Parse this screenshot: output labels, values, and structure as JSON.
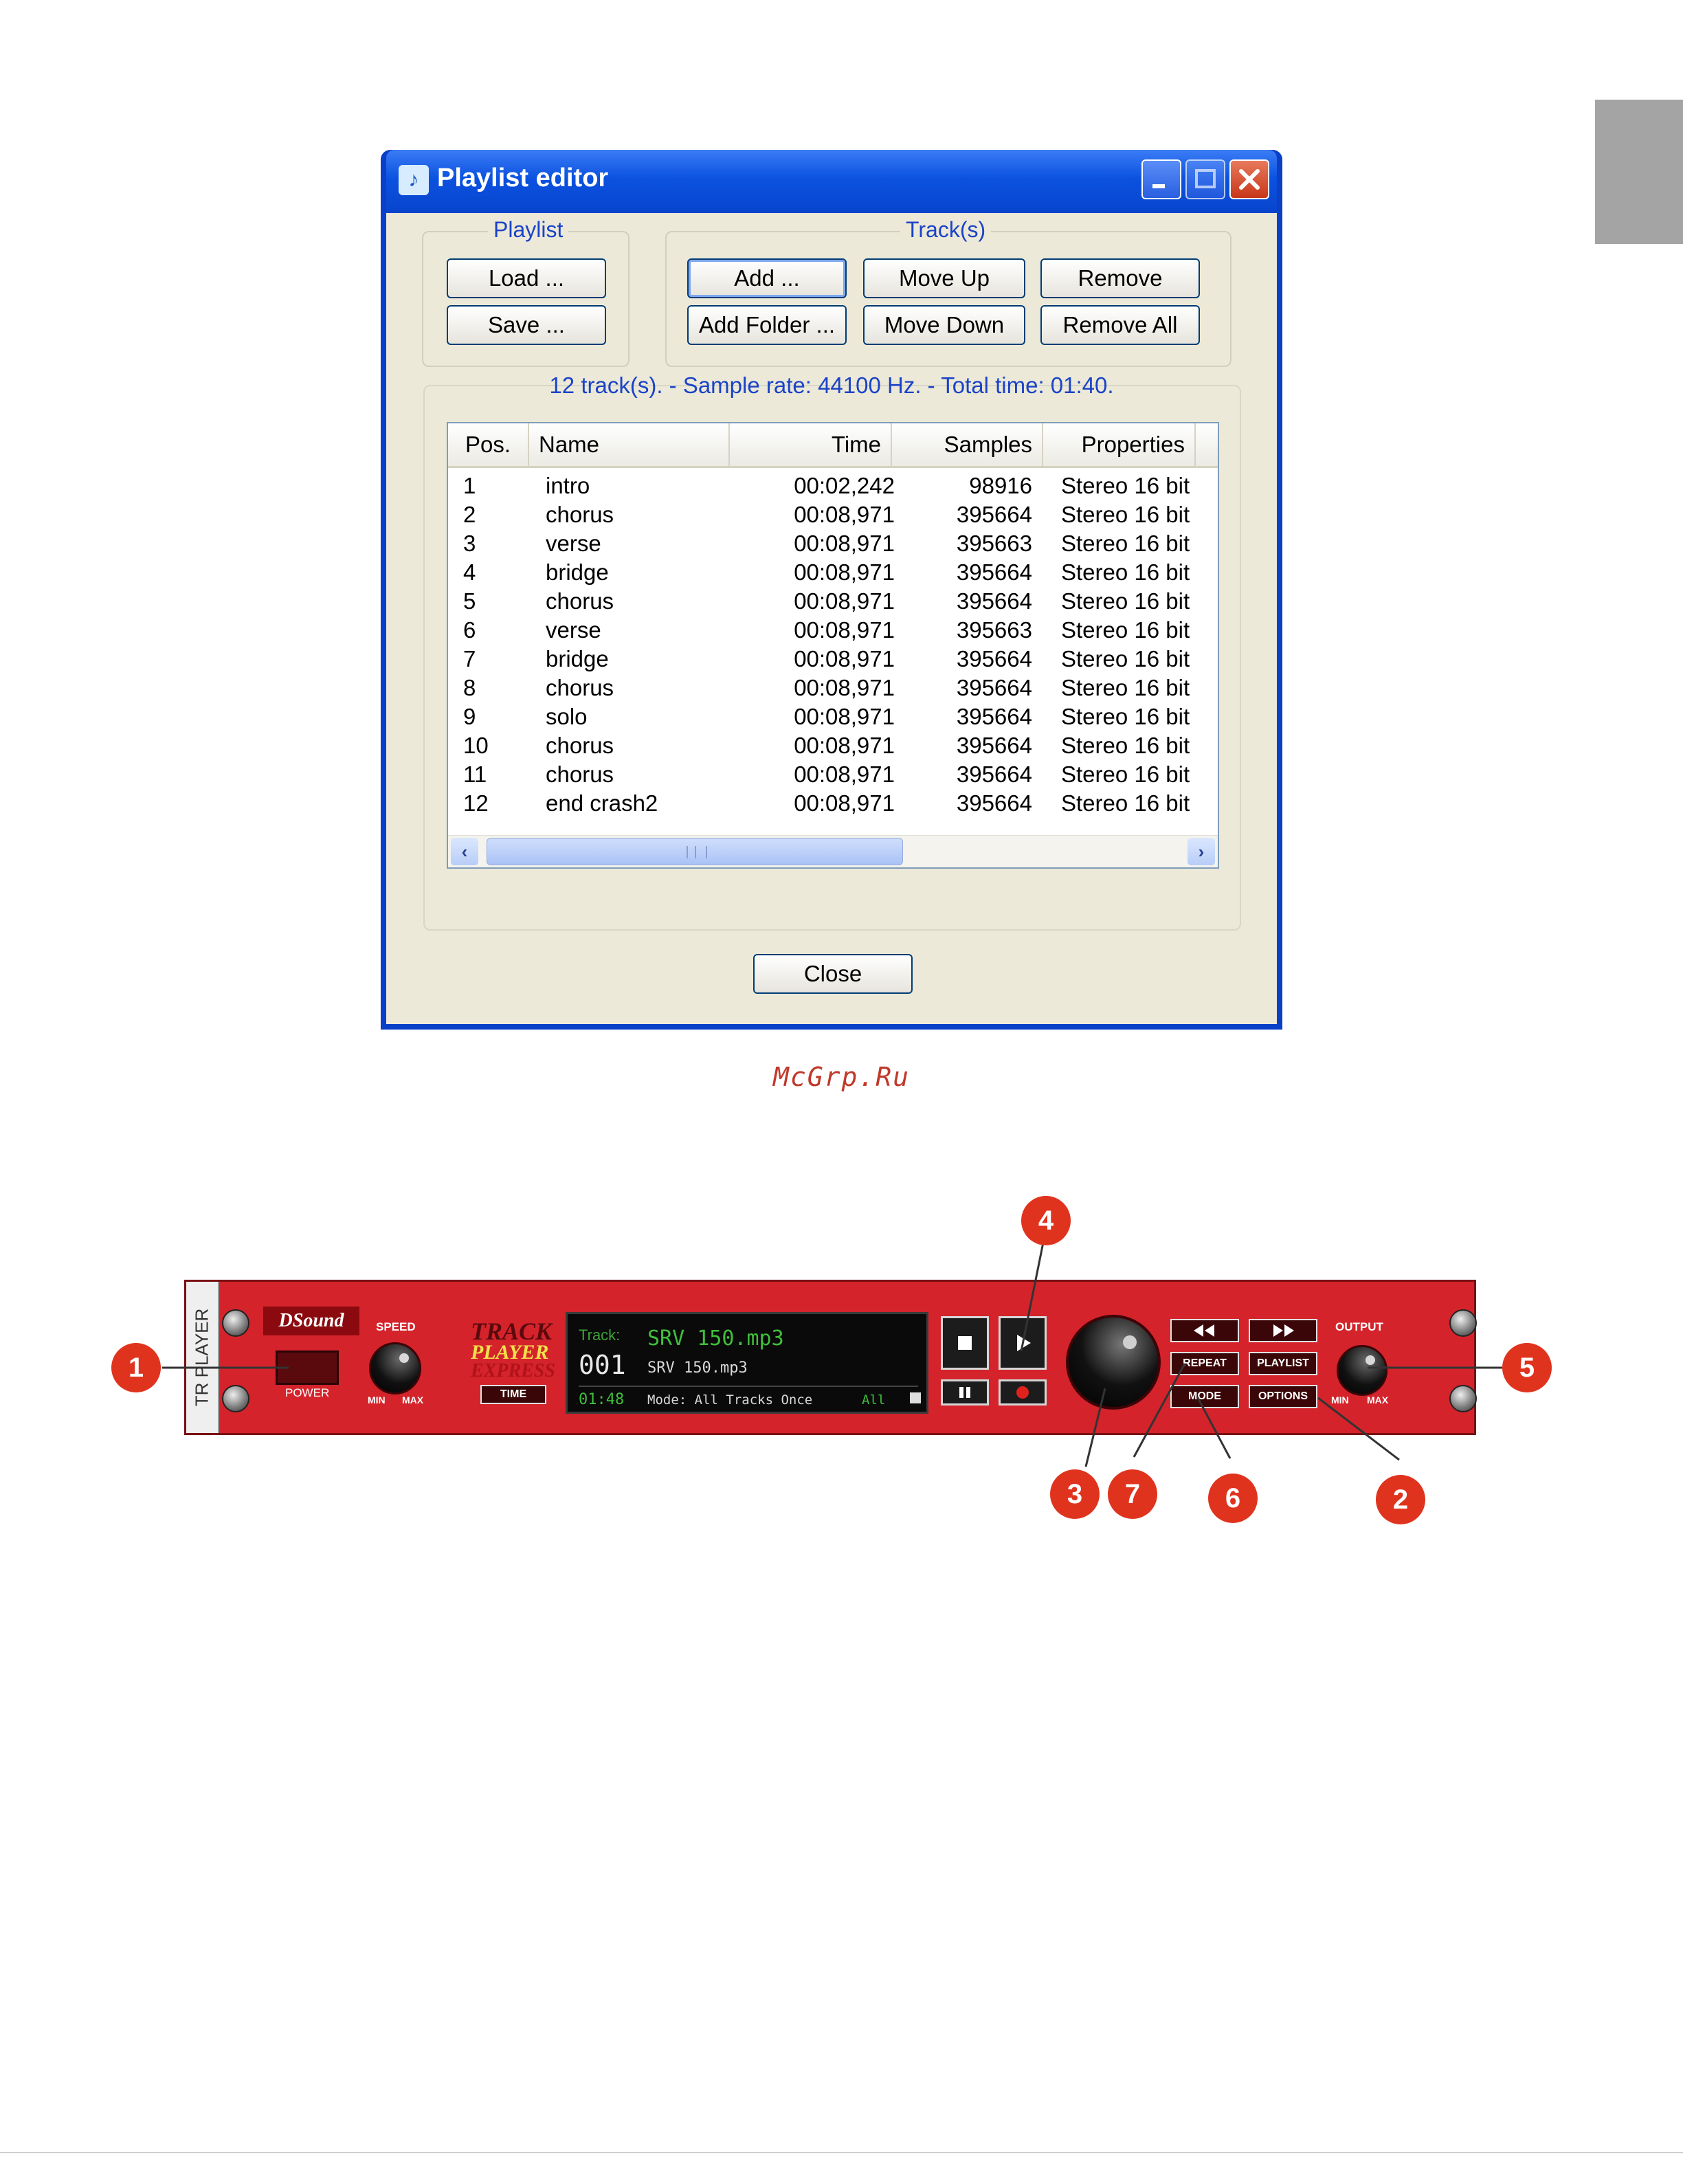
{
  "window": {
    "title": "Playlist editor",
    "app_icon": "dsound-app-icon"
  },
  "playlist_group": {
    "title": "Playlist",
    "load_label": "Load ...",
    "save_label": "Save ..."
  },
  "tracks_group": {
    "title": "Track(s)",
    "add_label": "Add ...",
    "add_folder_label": "Add Folder ...",
    "move_up_label": "Move Up",
    "move_down_label": "Move Down",
    "remove_label": "Remove",
    "remove_all_label": "Remove All"
  },
  "status": "12 track(s). - Sample rate: 44100 Hz. - Total time:   01:40.",
  "columns": [
    "Pos.",
    "Name",
    "Time",
    "Samples",
    "Properties"
  ],
  "rows": [
    {
      "pos": "1",
      "name": "intro",
      "time": "00:02,242",
      "samples": "98916",
      "props": "Stereo 16 bit"
    },
    {
      "pos": "2",
      "name": "chorus",
      "time": "00:08,971",
      "samples": "395664",
      "props": "Stereo 16 bit"
    },
    {
      "pos": "3",
      "name": "verse",
      "time": "00:08,971",
      "samples": "395663",
      "props": "Stereo 16 bit"
    },
    {
      "pos": "4",
      "name": "bridge",
      "time": "00:08,971",
      "samples": "395664",
      "props": "Stereo 16 bit"
    },
    {
      "pos": "5",
      "name": "chorus",
      "time": "00:08,971",
      "samples": "395664",
      "props": "Stereo 16 bit"
    },
    {
      "pos": "6",
      "name": "verse",
      "time": "00:08,971",
      "samples": "395663",
      "props": "Stereo 16 bit"
    },
    {
      "pos": "7",
      "name": "bridge",
      "time": "00:08,971",
      "samples": "395664",
      "props": "Stereo 16 bit"
    },
    {
      "pos": "8",
      "name": "chorus",
      "time": "00:08,971",
      "samples": "395664",
      "props": "Stereo 16 bit"
    },
    {
      "pos": "9",
      "name": "solo",
      "time": "00:08,971",
      "samples": "395664",
      "props": "Stereo 16 bit"
    },
    {
      "pos": "10",
      "name": "chorus",
      "time": "00:08,971",
      "samples": "395664",
      "props": "Stereo 16 bit"
    },
    {
      "pos": "11",
      "name": "chorus",
      "time": "00:08,971",
      "samples": "395664",
      "props": "Stereo 16 bit"
    },
    {
      "pos": "12",
      "name": "end crash2",
      "time": "00:08,971",
      "samples": "395664",
      "props": "Stereo 16 bit"
    }
  ],
  "close_label": "Close",
  "watermark": "McGrp.Ru",
  "player": {
    "side_label": "TR PLAYER",
    "brand": "DSound",
    "speed_label": "SPEED",
    "power_label": "POWER",
    "min_label": "MIN",
    "max_label": "MAX",
    "logo_track": "TRACK",
    "logo_player": "PLAYER",
    "logo_express": "EXPRESS",
    "time_button": "TIME",
    "display": {
      "track_label": "Track:",
      "track_number": "001",
      "title": "SRV 150.mp3",
      "subtitle": "SRV 150.mp3",
      "elapsed": "01:48",
      "mode": "Mode: All Tracks Once",
      "scope": "All"
    },
    "output_label": "OUTPUT",
    "repeat_label": "REPEAT",
    "playlist_label": "PLAYLIST",
    "mode_label": "MODE",
    "options_label": "OPTIONS"
  },
  "callouts": [
    "1",
    "2",
    "3",
    "4",
    "5",
    "6",
    "7"
  ],
  "colors": {
    "titlebar_blue": "#0b52e0",
    "dialog_bg": "#ece9d8",
    "group_title": "#1a43c8",
    "player_red": "#d4232b",
    "callout_red": "#e0331e",
    "display_green": "#3fbf3b"
  }
}
